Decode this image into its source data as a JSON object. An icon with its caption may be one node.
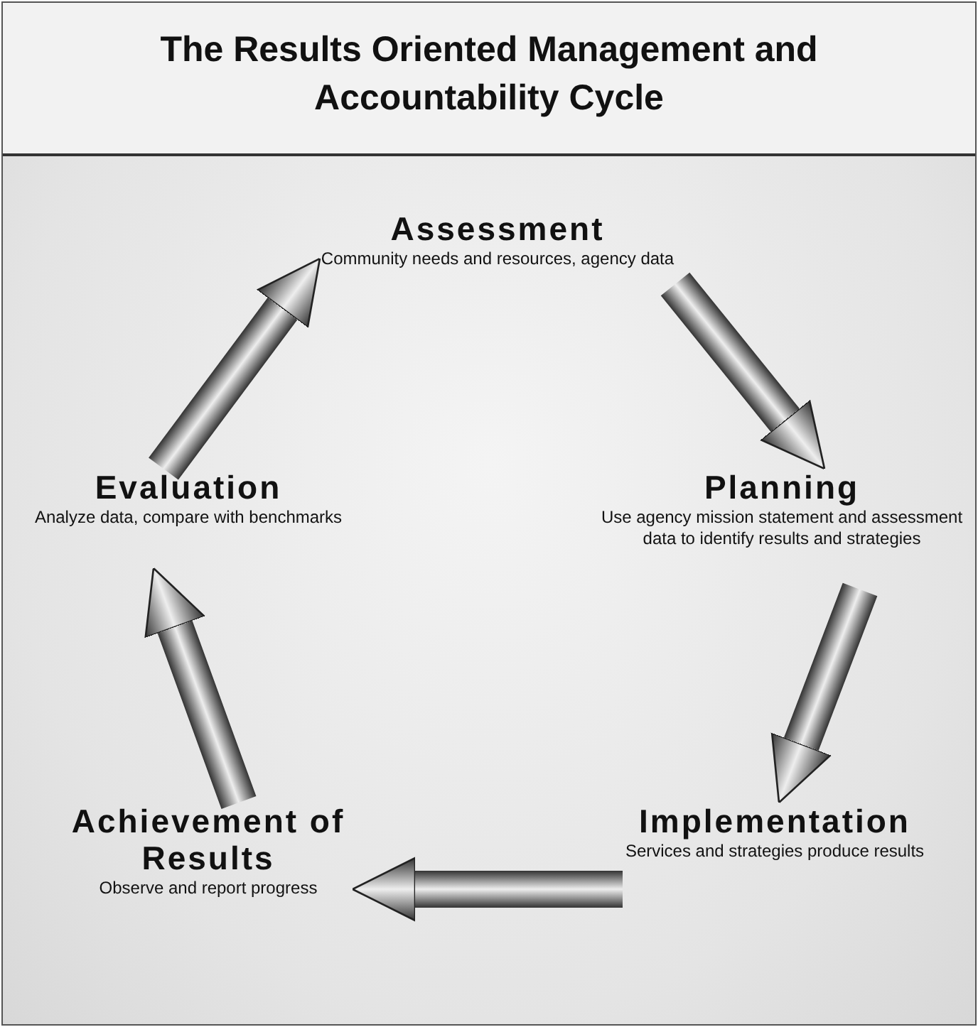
{
  "diagram": {
    "title": "The Results Oriented Management and Accountability Cycle",
    "nodes": [
      {
        "text": [
          "Assessment",
          "Community needs and resources, agency data"
        ]
      },
      {
        "text": [
          "Planning",
          "Use agency mission statement and assessment data to identify results and strategies"
        ]
      },
      {
        "text": [
          "Implementation",
          "Services and strategies produce results"
        ]
      },
      {
        "text": [
          "Achievement of Results",
          "Observe and report progress"
        ]
      },
      {
        "text": [
          "Evaluation",
          "Analyze data, compare with benchmarks"
        ]
      }
    ],
    "edges": [
      {
        "from": 0,
        "to": 1,
        "arrow": "to",
        "style": "thick"
      },
      {
        "from": 1,
        "to": 2,
        "arrow": "to",
        "style": "thick"
      },
      {
        "from": 2,
        "to": 3,
        "arrow": "to",
        "style": "thick"
      },
      {
        "from": 3,
        "to": 4,
        "arrow": "to",
        "style": "thick"
      },
      {
        "from": 4,
        "to": 0,
        "arrow": "to",
        "style": "thick"
      }
    ]
  }
}
